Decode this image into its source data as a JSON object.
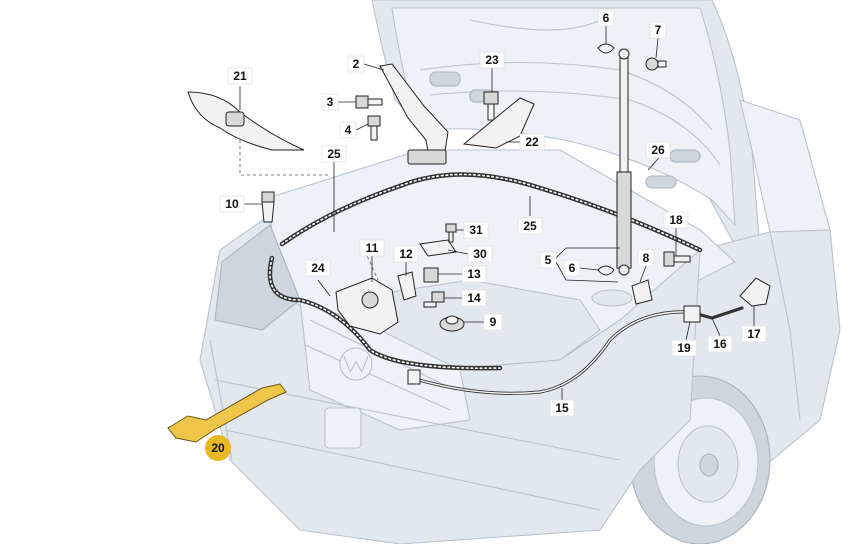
{
  "callouts": [
    {
      "id": "c1",
      "label": "2"
    },
    {
      "id": "c2",
      "label": "3"
    },
    {
      "id": "c3",
      "label": "4"
    },
    {
      "id": "c4",
      "label": "5"
    },
    {
      "id": "c5",
      "label": "6"
    },
    {
      "id": "c6",
      "label": "6"
    },
    {
      "id": "c7",
      "label": "7"
    },
    {
      "id": "c8",
      "label": "8"
    },
    {
      "id": "c9",
      "label": "9"
    },
    {
      "id": "c10",
      "label": "10"
    },
    {
      "id": "c11",
      "label": "11"
    },
    {
      "id": "c12",
      "label": "12"
    },
    {
      "id": "c13",
      "label": "13"
    },
    {
      "id": "c14",
      "label": "14"
    },
    {
      "id": "c15",
      "label": "15"
    },
    {
      "id": "c16",
      "label": "16"
    },
    {
      "id": "c17",
      "label": "17"
    },
    {
      "id": "c18",
      "label": "18"
    },
    {
      "id": "c19",
      "label": "19"
    },
    {
      "id": "c20",
      "label": "20"
    },
    {
      "id": "c21",
      "label": "21"
    },
    {
      "id": "c22",
      "label": "22"
    },
    {
      "id": "c23",
      "label": "23"
    },
    {
      "id": "c24",
      "label": "24"
    },
    {
      "id": "c25a",
      "label": "25"
    },
    {
      "id": "c25b",
      "label": "25"
    },
    {
      "id": "c26",
      "label": "26"
    },
    {
      "id": "c30",
      "label": "30"
    },
    {
      "id": "c31",
      "label": "31"
    }
  ],
  "highlighted_callout": "20",
  "colors": {
    "highlight": "#e6b925",
    "car_outline": "#b9c2cc",
    "part_outline": "#222222"
  }
}
